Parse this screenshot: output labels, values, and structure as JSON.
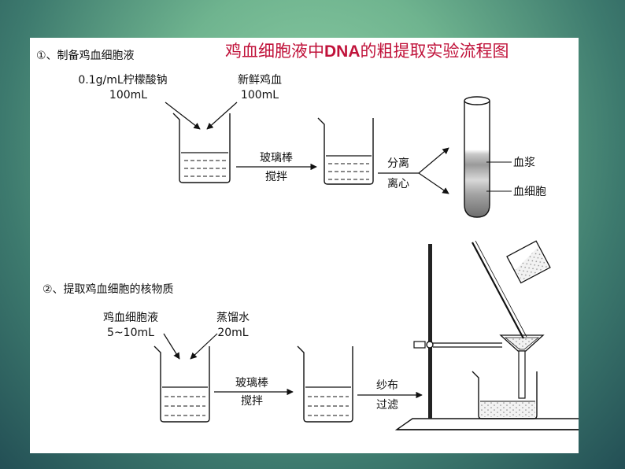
{
  "title": {
    "prefix": "鸡血细胞液中",
    "highlight": "DNA",
    "suffix": "的粗提取实验流程图"
  },
  "step1": {
    "heading": "①、制备鸡血细胞液",
    "reagent_a_line1": "0.1g/mL柠檬酸钠",
    "reagent_a_line2": "100mL",
    "reagent_b_line1": "新鲜鸡血",
    "reagent_b_line2": "100mL",
    "stir_line1": "玻璃棒",
    "stir_line2": "搅拌",
    "separate_line1": "分离",
    "separate_line2": "离心",
    "plasma": "血浆",
    "blood_cells": "血细胞"
  },
  "step2": {
    "heading": "②、提取鸡血细胞的核物质",
    "reagent_a_line1": "鸡血细胞液",
    "reagent_a_line2": "5~10mL",
    "reagent_b_line1": "蒸馏水",
    "reagent_b_line2": "20mL",
    "stir_line1": "玻璃棒",
    "stir_line2": "搅拌",
    "filter_line1": "纱布",
    "filter_line2": "过滤"
  },
  "colors": {
    "title": "#c0123a",
    "ink": "#111111"
  }
}
